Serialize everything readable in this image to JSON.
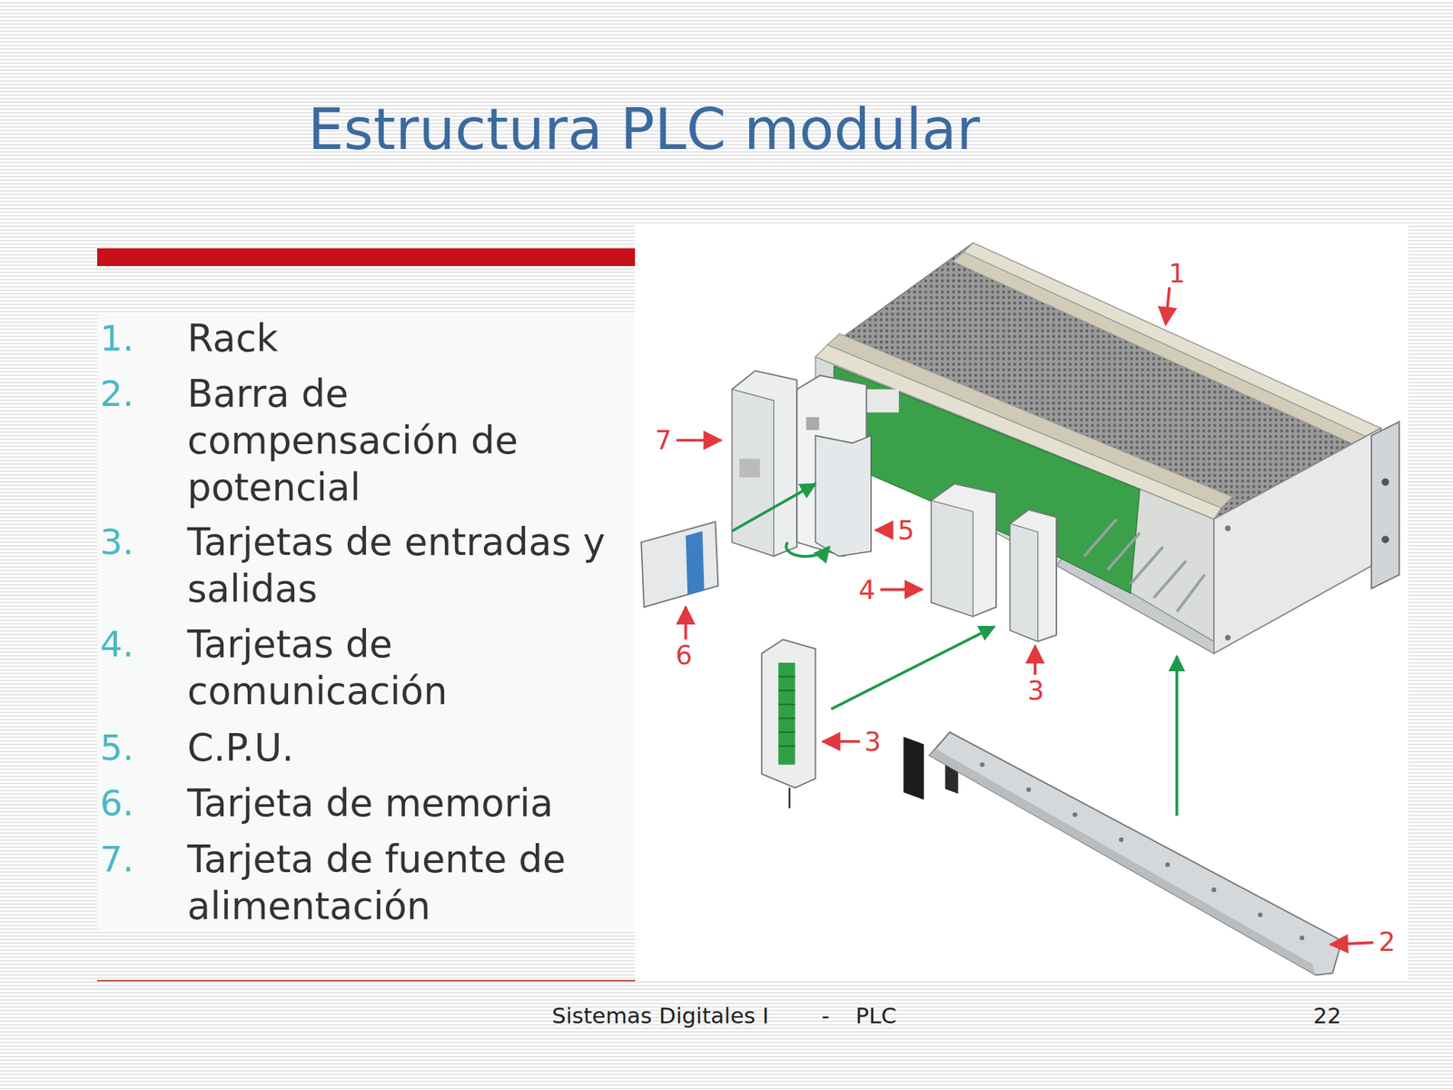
{
  "diagram": {
    "title": "Estructura PLC modular",
    "labels": [
      "1.",
      "Rack",
      "2.",
      "Barra de compensación de potencial",
      "3.",
      "Tarjetas de entradas y salidas",
      "4.",
      "Tarjetas de comunicación",
      "5.",
      "C.P.U.",
      "6.",
      "Tarjeta de memoria",
      "7.",
      "Tarjeta de fuente de alimentación",
      "1",
      "7",
      "5",
      "4",
      "6",
      "3",
      "3",
      "2",
      "Sistemas Digitales I",
      "-",
      "PLC",
      "22"
    ]
  }
}
